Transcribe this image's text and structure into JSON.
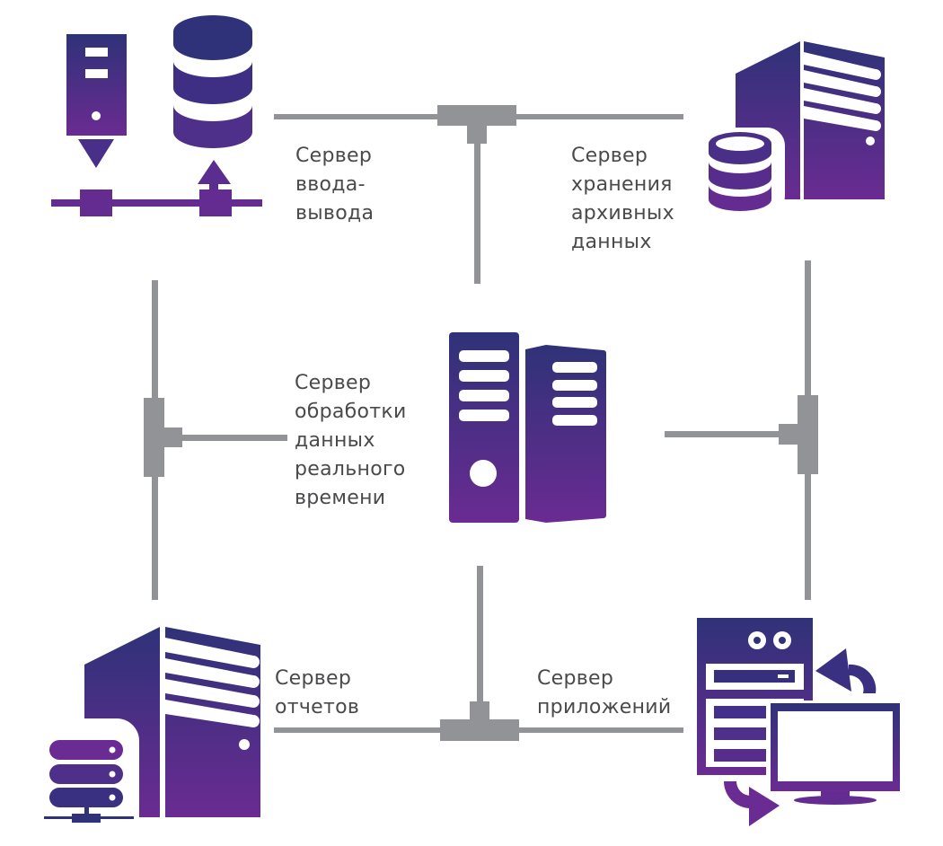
{
  "diagram": {
    "title": "Server architecture",
    "colors": {
      "gradient_top": "#2f3278",
      "gradient_bottom": "#6a2b92",
      "connector": "#929396",
      "text": "#4a4a4c"
    },
    "nodes": [
      {
        "id": "io",
        "icon": "io-server-icon",
        "label_lines": [
          "Сервер",
          "ввода-",
          "вывода"
        ]
      },
      {
        "id": "archive",
        "icon": "archive-server-icon",
        "label_lines": [
          "Сервер",
          "хранения",
          "архивных",
          "данных"
        ]
      },
      {
        "id": "realtime",
        "icon": "realtime-server-icon",
        "label_lines": [
          "Сервер",
          "обработки",
          "данных",
          "реального",
          "времени"
        ]
      },
      {
        "id": "reports",
        "icon": "reports-server-icon",
        "label_lines": [
          "Сервер",
          "отчетов"
        ]
      },
      {
        "id": "apps",
        "icon": "application-server-icon",
        "label_lines": [
          "Сервер",
          "приложений"
        ]
      }
    ],
    "connections": [
      {
        "from": "io",
        "to": "archive",
        "via": "top-tee"
      },
      {
        "from": "realtime",
        "to": "top-tee"
      },
      {
        "from": "io",
        "to": "reports",
        "via": "left-tee"
      },
      {
        "from": "realtime",
        "to": "left-tee"
      },
      {
        "from": "archive",
        "to": "apps",
        "via": "right-tee"
      },
      {
        "from": "realtime",
        "to": "right-tee"
      },
      {
        "from": "reports",
        "to": "apps",
        "via": "bottom-tee"
      },
      {
        "from": "realtime",
        "to": "bottom-tee"
      }
    ]
  }
}
